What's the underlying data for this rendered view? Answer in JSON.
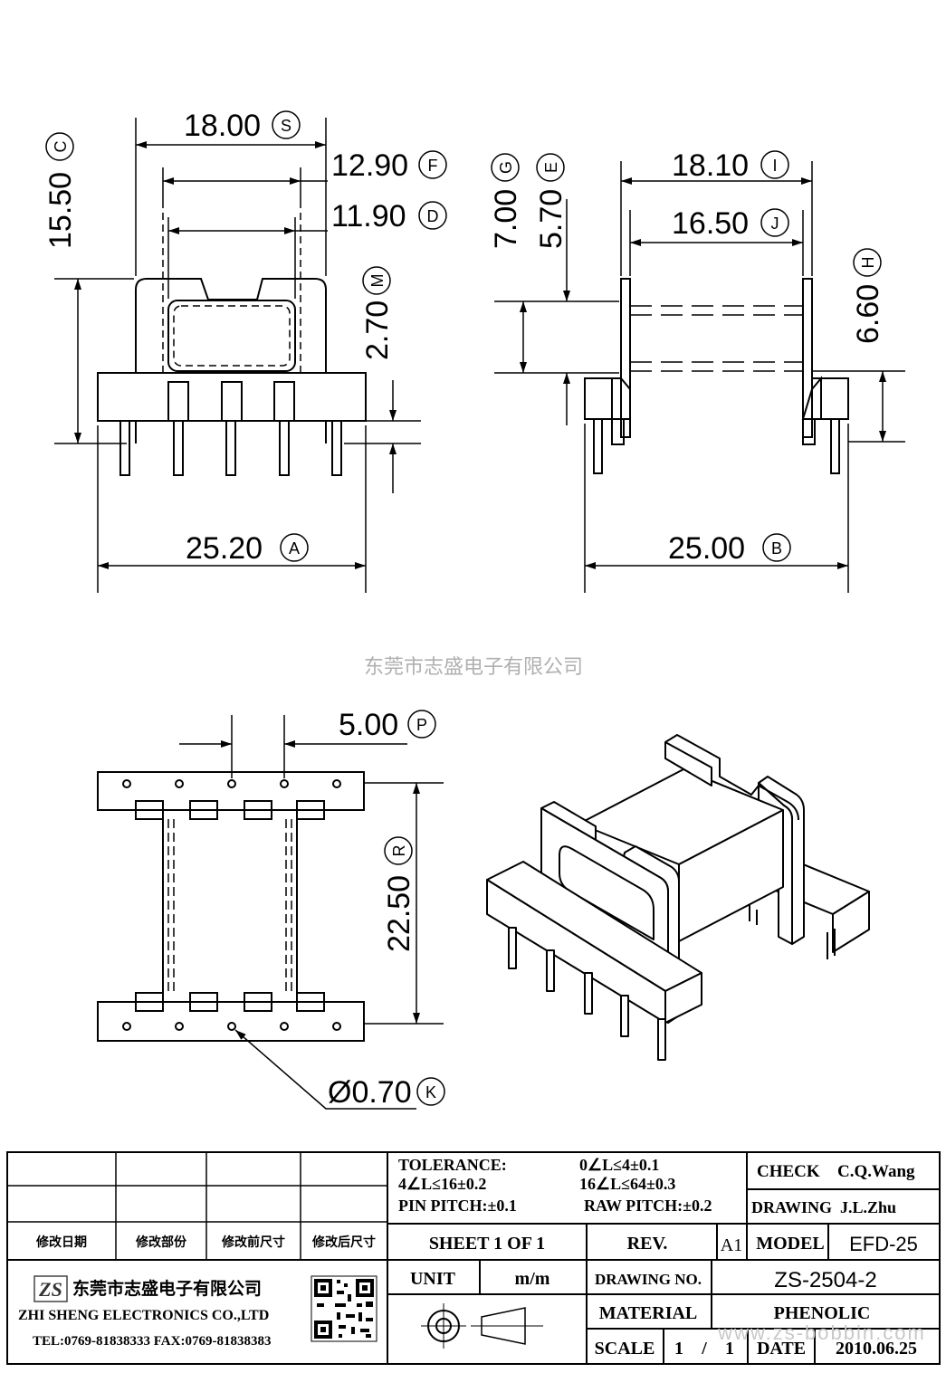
{
  "watermark_company": "东莞市志盛电子有限公司",
  "dimensions": {
    "S": {
      "value": "18.00",
      "letter": "S"
    },
    "F": {
      "value": "12.90",
      "letter": "F"
    },
    "D": {
      "value": "11.90",
      "letter": "D"
    },
    "C": {
      "value": "15.50",
      "letter": "C"
    },
    "M": {
      "value": "2.70",
      "letter": "M"
    },
    "A": {
      "value": "25.20",
      "letter": "A"
    },
    "G": {
      "value": "7.00",
      "letter": "G"
    },
    "E": {
      "value": "5.70",
      "letter": "E"
    },
    "I": {
      "value": "18.10",
      "letter": "I"
    },
    "J": {
      "value": "16.50",
      "letter": "J"
    },
    "H": {
      "value": "6.60",
      "letter": "H"
    },
    "B": {
      "value": "25.00",
      "letter": "B"
    },
    "P": {
      "value": "5.00",
      "letter": "P"
    },
    "R": {
      "value": "22.50",
      "letter": "R"
    },
    "K": {
      "value": "Ø0.70",
      "letter": "K"
    }
  },
  "title_block": {
    "tolerance_label": "TOLERANCE:",
    "tol_1": "0∠L≤4±0.1",
    "tol_2": "4∠L≤16±0.2",
    "tol_3": "16∠L≤64±0.3",
    "pin_pitch": "PIN PITCH:±0.1",
    "raw_pitch": "RAW PITCH:±0.2",
    "check_label": "CHECK",
    "check_name": "C.Q.Wang",
    "drawing_label": "DRAWING",
    "drawing_name": "J.L.Zhu",
    "rev_headers": [
      "修改日期",
      "修改部份",
      "修改前尺寸",
      "修改后尺寸"
    ],
    "sheet": "SHEET  1  OF  1",
    "rev_label": "REV.",
    "rev_value": "A1",
    "model_label": "MODEL",
    "model_value": "EFD-25",
    "unit_label": "UNIT",
    "unit_value": "m/m",
    "drawing_no_label": "DRAWING  NO.",
    "drawing_no_value": "ZS-2504-2",
    "material_label": "MATERIAL",
    "material_value": "PHENOLIC",
    "scale_label": "SCALE",
    "scale_1": "1",
    "scale_sep": "/",
    "scale_2": "1",
    "date_label": "DATE",
    "date_value": "2010.06.25",
    "company_cn": "东莞市志盛电子有限公司",
    "company_en": "ZHI SHENG  ELECTRONICS CO.,LTD",
    "contact": "TEL:0769-81838333 FAX:0769-81838383",
    "logo_text": "ZS",
    "site_watermark": "www.zs-bobbin.com"
  }
}
